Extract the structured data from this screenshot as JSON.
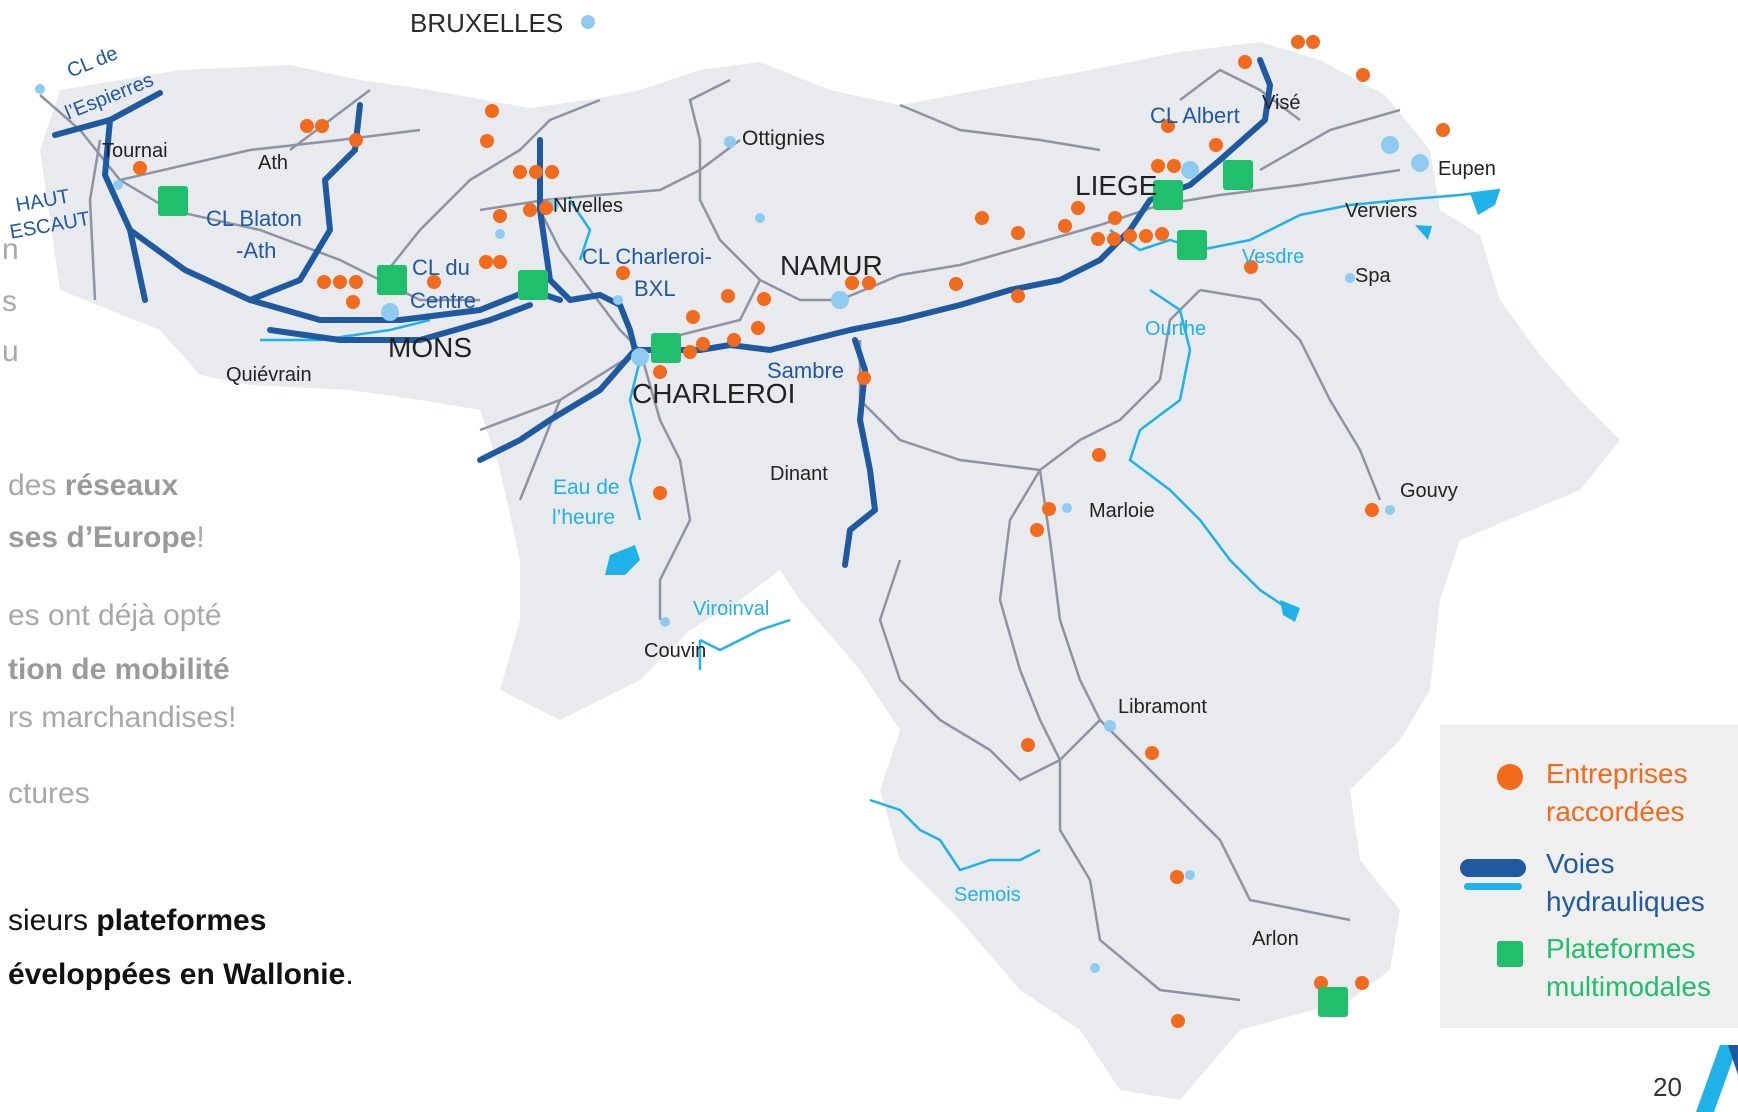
{
  "side_text": {
    "line1": "n",
    "line2": "s",
    "line3": "u",
    "reseaux_prefix": "des ",
    "reseaux_bold": "réseaux",
    "europe_bold": "ses d’Europe",
    "europe_suffix": "!",
    "opte": "es ont déjà opté",
    "mobilite_bold": "tion de mobilité",
    "marchandises": "rs marchandises!",
    "ctures": "ctures",
    "plateformes_prefix": "sieurs ",
    "plateformes_bold": "plateformes",
    "wallonie_bold": "éveloppées en Wallonie",
    "wallonie_suffix": "."
  },
  "map": {
    "cities": {
      "bruxelles": "BRUXELLES",
      "tournai": "Tournai",
      "ath": "Ath",
      "nivelles": "Nivelles",
      "ottignies": "Ottignies",
      "namur": "NAMUR",
      "liege": "LIEGE",
      "vise": "Visé",
      "eupen": "Eupen",
      "verviers": "Verviers",
      "spa": "Spa",
      "mons": "MONS",
      "quievrain": "Quiévrain",
      "charleroi": "CHARLEROI",
      "dinant": "Dinant",
      "couvin": "Couvin",
      "marloie": "Marloie",
      "gouvy": "Gouvy",
      "libramont": "Libramont",
      "arlon": "Arlon"
    },
    "waterways": {
      "cl_espierres_1": "CL de",
      "cl_espierres_2": "l’Espierres",
      "haut_escaut_1": "HAUT",
      "haut_escaut_2": "ESCAUT",
      "cl_blaton_1": "CL Blaton",
      "cl_blaton_2": "-Ath",
      "cl_centre_1": "CL du",
      "cl_centre_2": "Centre",
      "cl_charleroi_1": "CL Charleroi-",
      "cl_charleroi_2": "BXL",
      "sambre": "Sambre",
      "cl_albert": "CL Albert",
      "vesdre": "Vesdre",
      "ourthe": "Ourthe",
      "eau_heure_1": "Eau de",
      "eau_heure_2": "l’heure",
      "viroinval": "Viroinval",
      "semois": "Semois"
    }
  },
  "legend": {
    "entreprises_1": "Entreprises",
    "entreprises_2": "raccordées",
    "voies_1": "Voies",
    "voies_2": "hydrauliques",
    "plateformes_1": "Plateformes",
    "plateformes_2": "multimodales"
  },
  "colors": {
    "orange": "#f26a1b",
    "green": "#1fbf6b",
    "navy": "#1f5aa0",
    "light_blue": "#1fb2e8",
    "land": "#e9eaee",
    "rail": "#8d93a3",
    "station": "#8fcaf0"
  },
  "page_number": "20"
}
